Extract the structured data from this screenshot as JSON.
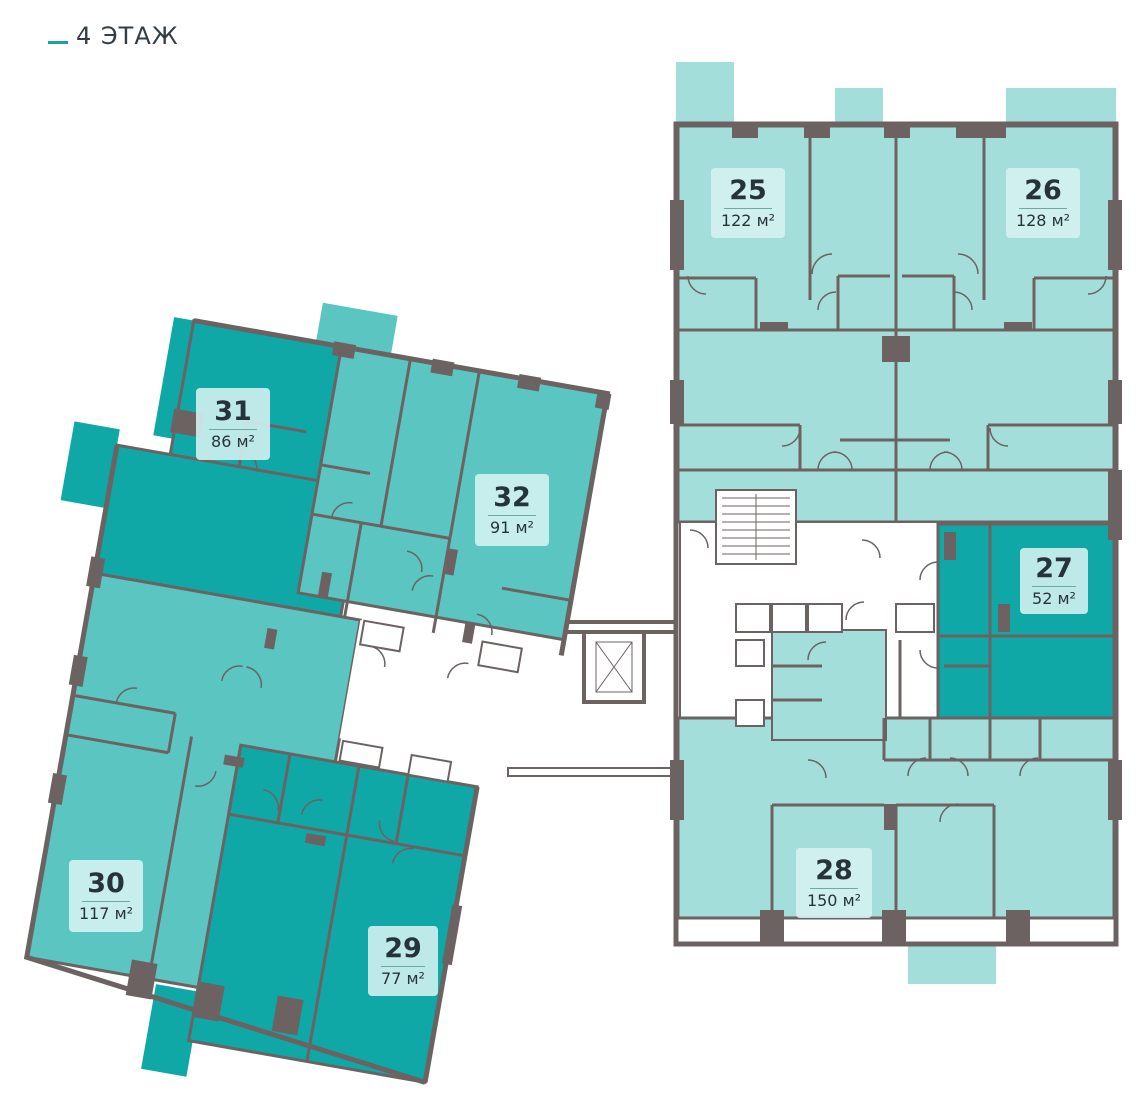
{
  "floor": {
    "label": "4 ЭТАЖ"
  },
  "colors": {
    "wall": "#6c6262",
    "light": "#a4deda",
    "medium": "#5ac5c1",
    "dark": "#0fa8a6",
    "accent": "#19a3a3"
  },
  "apartments": [
    {
      "id": "25",
      "number": "25",
      "area": "122 м²",
      "tone": "light"
    },
    {
      "id": "26",
      "number": "26",
      "area": "128 м²",
      "tone": "light"
    },
    {
      "id": "27",
      "number": "27",
      "area": "52 м²",
      "tone": "dark"
    },
    {
      "id": "28",
      "number": "28",
      "area": "150 м²",
      "tone": "light"
    },
    {
      "id": "29",
      "number": "29",
      "area": "77 м²",
      "tone": "dark"
    },
    {
      "id": "30",
      "number": "30",
      "area": "117 м²",
      "tone": "medium"
    },
    {
      "id": "31",
      "number": "31",
      "area": "86 м²",
      "tone": "dark"
    },
    {
      "id": "32",
      "number": "32",
      "area": "91 м²",
      "tone": "medium"
    }
  ]
}
